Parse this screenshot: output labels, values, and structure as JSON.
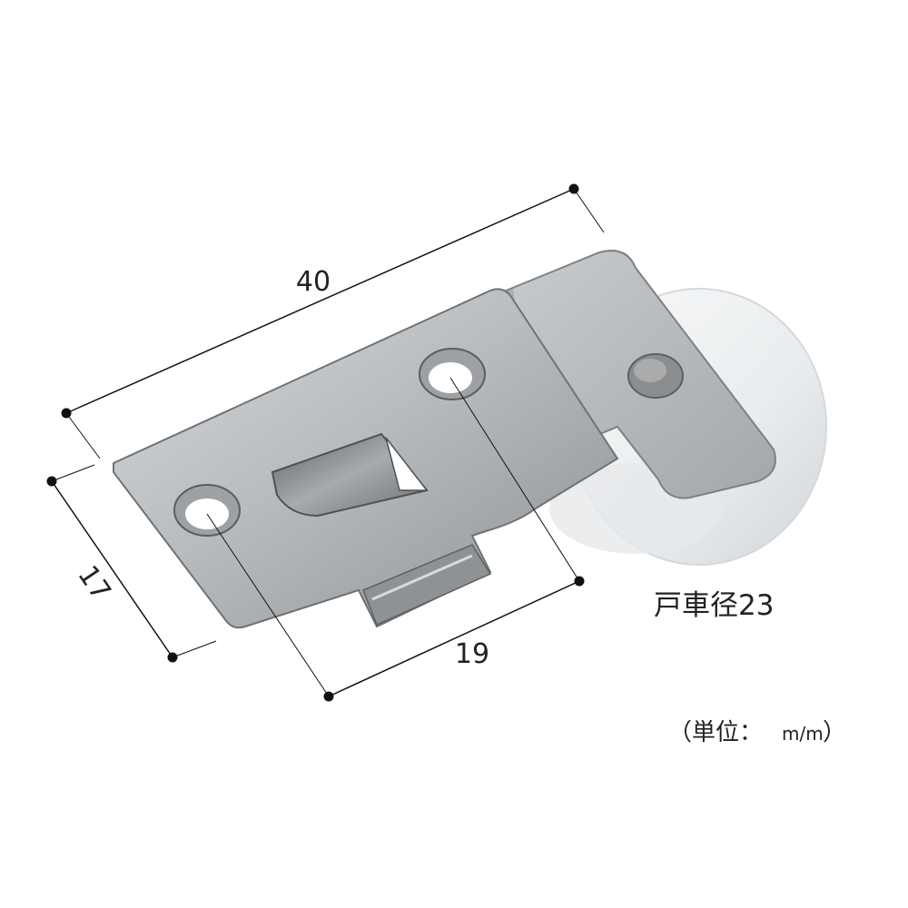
{
  "dimensions": {
    "length": "40",
    "height": "17",
    "hole_pitch": "19"
  },
  "labels": {
    "wheel_diameter": "戸車径23",
    "unit_prefix": "（単位：",
    "unit_mm": "m/m",
    "unit_suffix": "）"
  }
}
